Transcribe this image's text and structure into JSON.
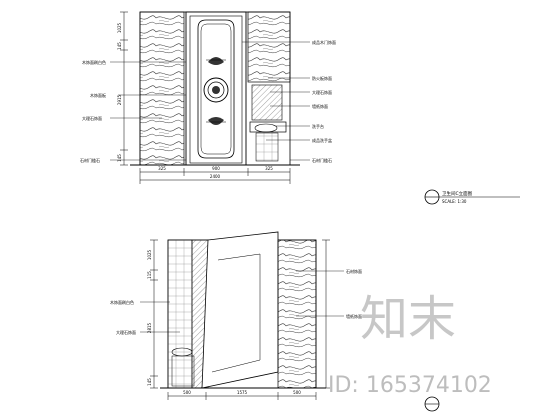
{
  "drawing_1": {
    "dims_bottom": [
      "325",
      "900",
      "325"
    ],
    "dims_left": [
      "1025",
      "145",
      "2915",
      "145"
    ],
    "dims_total": "2400",
    "notes_left": [
      "木饰面刷白色",
      "木饰面板",
      "大理石饰面",
      "石材门槛石"
    ],
    "notes_right": [
      "成品木门饰面",
      "防火板饰面",
      "大理石饰面",
      "墙纸饰面",
      "洗手台",
      "成品洗手盆",
      "石材门槛石"
    ]
  },
  "drawing_2": {
    "dims_bottom": [
      "500",
      "1575",
      "500"
    ],
    "dims_left": [
      "1025",
      "115",
      "2815",
      "145"
    ],
    "notes_left": [
      "木饰面刷白色",
      "大理石饰面"
    ],
    "notes_right": [
      "石材饰面",
      "墙纸饰面"
    ]
  },
  "title_block": {
    "title": "卫生间C立面图",
    "scale": "SCALE: 1:30"
  },
  "watermark": {
    "logo_text": "知末",
    "id_text": "ID: 165374102"
  }
}
